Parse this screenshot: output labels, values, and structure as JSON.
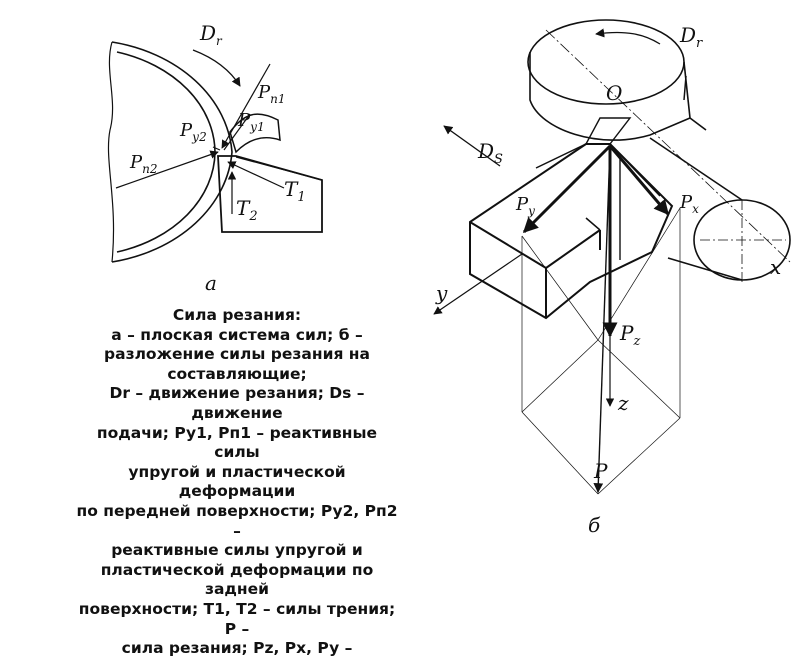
{
  "figure_a": {
    "panel_label": "а",
    "labels": {
      "dr": {
        "main": "D",
        "sub": "r"
      },
      "pp1": {
        "main": "P",
        "sub": "п1"
      },
      "py2": {
        "main": "P",
        "sub": "у2"
      },
      "py1": {
        "main": "P",
        "sub": "у1"
      },
      "pp2": {
        "main": "P",
        "sub": "п2"
      },
      "t1": {
        "main": "T",
        "sub": "1"
      },
      "t2": {
        "main": "T",
        "sub": "2"
      }
    }
  },
  "figure_b": {
    "panel_label": "б",
    "labels": {
      "dr": {
        "main": "D",
        "sub": "r"
      },
      "o": "O",
      "ds": {
        "main": "D",
        "sub": "S"
      },
      "py": {
        "main": "P",
        "sub": "y"
      },
      "px": {
        "main": "P",
        "sub": "x"
      },
      "pz": {
        "main": "P",
        "sub": "z"
      },
      "p": "P",
      "x": "x",
      "y": "y",
      "z": "z"
    }
  },
  "caption": {
    "title": "Сила резания:",
    "lines": [
      "а – плоская система сил; б –",
      "разложение силы резания на",
      "составляющие;",
      "Dr – движение резания; Ds – движение",
      "подачи; Py1, Pп1 – реактивные силы",
      "упругой и пластической деформации",
      "по передней поверхности; Py2, Pп2 –",
      "реактивные силы упругой и",
      "пластической деформации по задней",
      "поверхности; T1, T2 – силы трения; P –",
      "сила резания; Pz, Px, Py –"
    ]
  }
}
